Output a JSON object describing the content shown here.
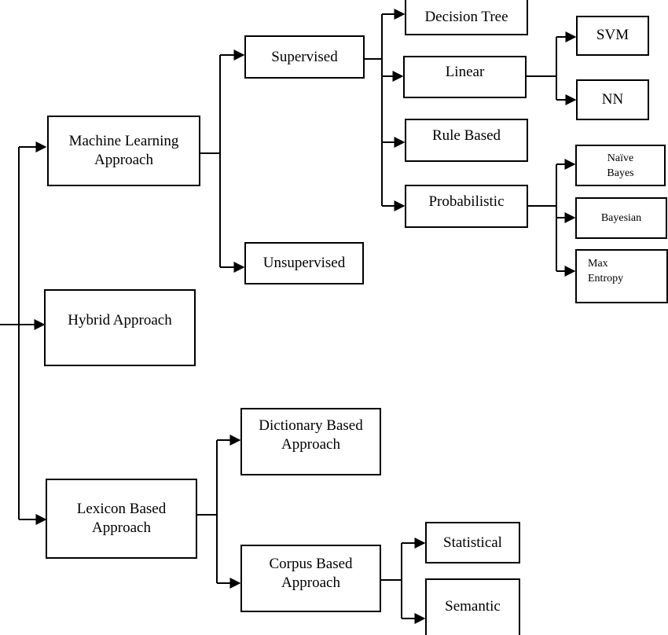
{
  "nodes": {
    "ml": "Machine Learning\nApproach",
    "hybrid": "Hybrid Approach",
    "lexicon": "Lexicon Based\nApproach",
    "supervised": "Supervised",
    "unsupervised": "Unsupervised",
    "decision_tree": "Decision Tree",
    "linear": "Linear",
    "rule_based": "Rule Based",
    "probabilistic": "Probabilistic",
    "svm": "SVM",
    "nn": "NN",
    "naive_bayes": "Naïve\nBayes",
    "bayesian": "Bayesian",
    "max_entropy": "Max\nEntropy",
    "dictionary": "Dictionary Based\nApproach",
    "corpus": "Corpus Based\nApproach",
    "statistical": "Statistical",
    "semantic": "Semantic"
  },
  "colors": {
    "stroke": "#000000",
    "fill": "#ffffff"
  }
}
